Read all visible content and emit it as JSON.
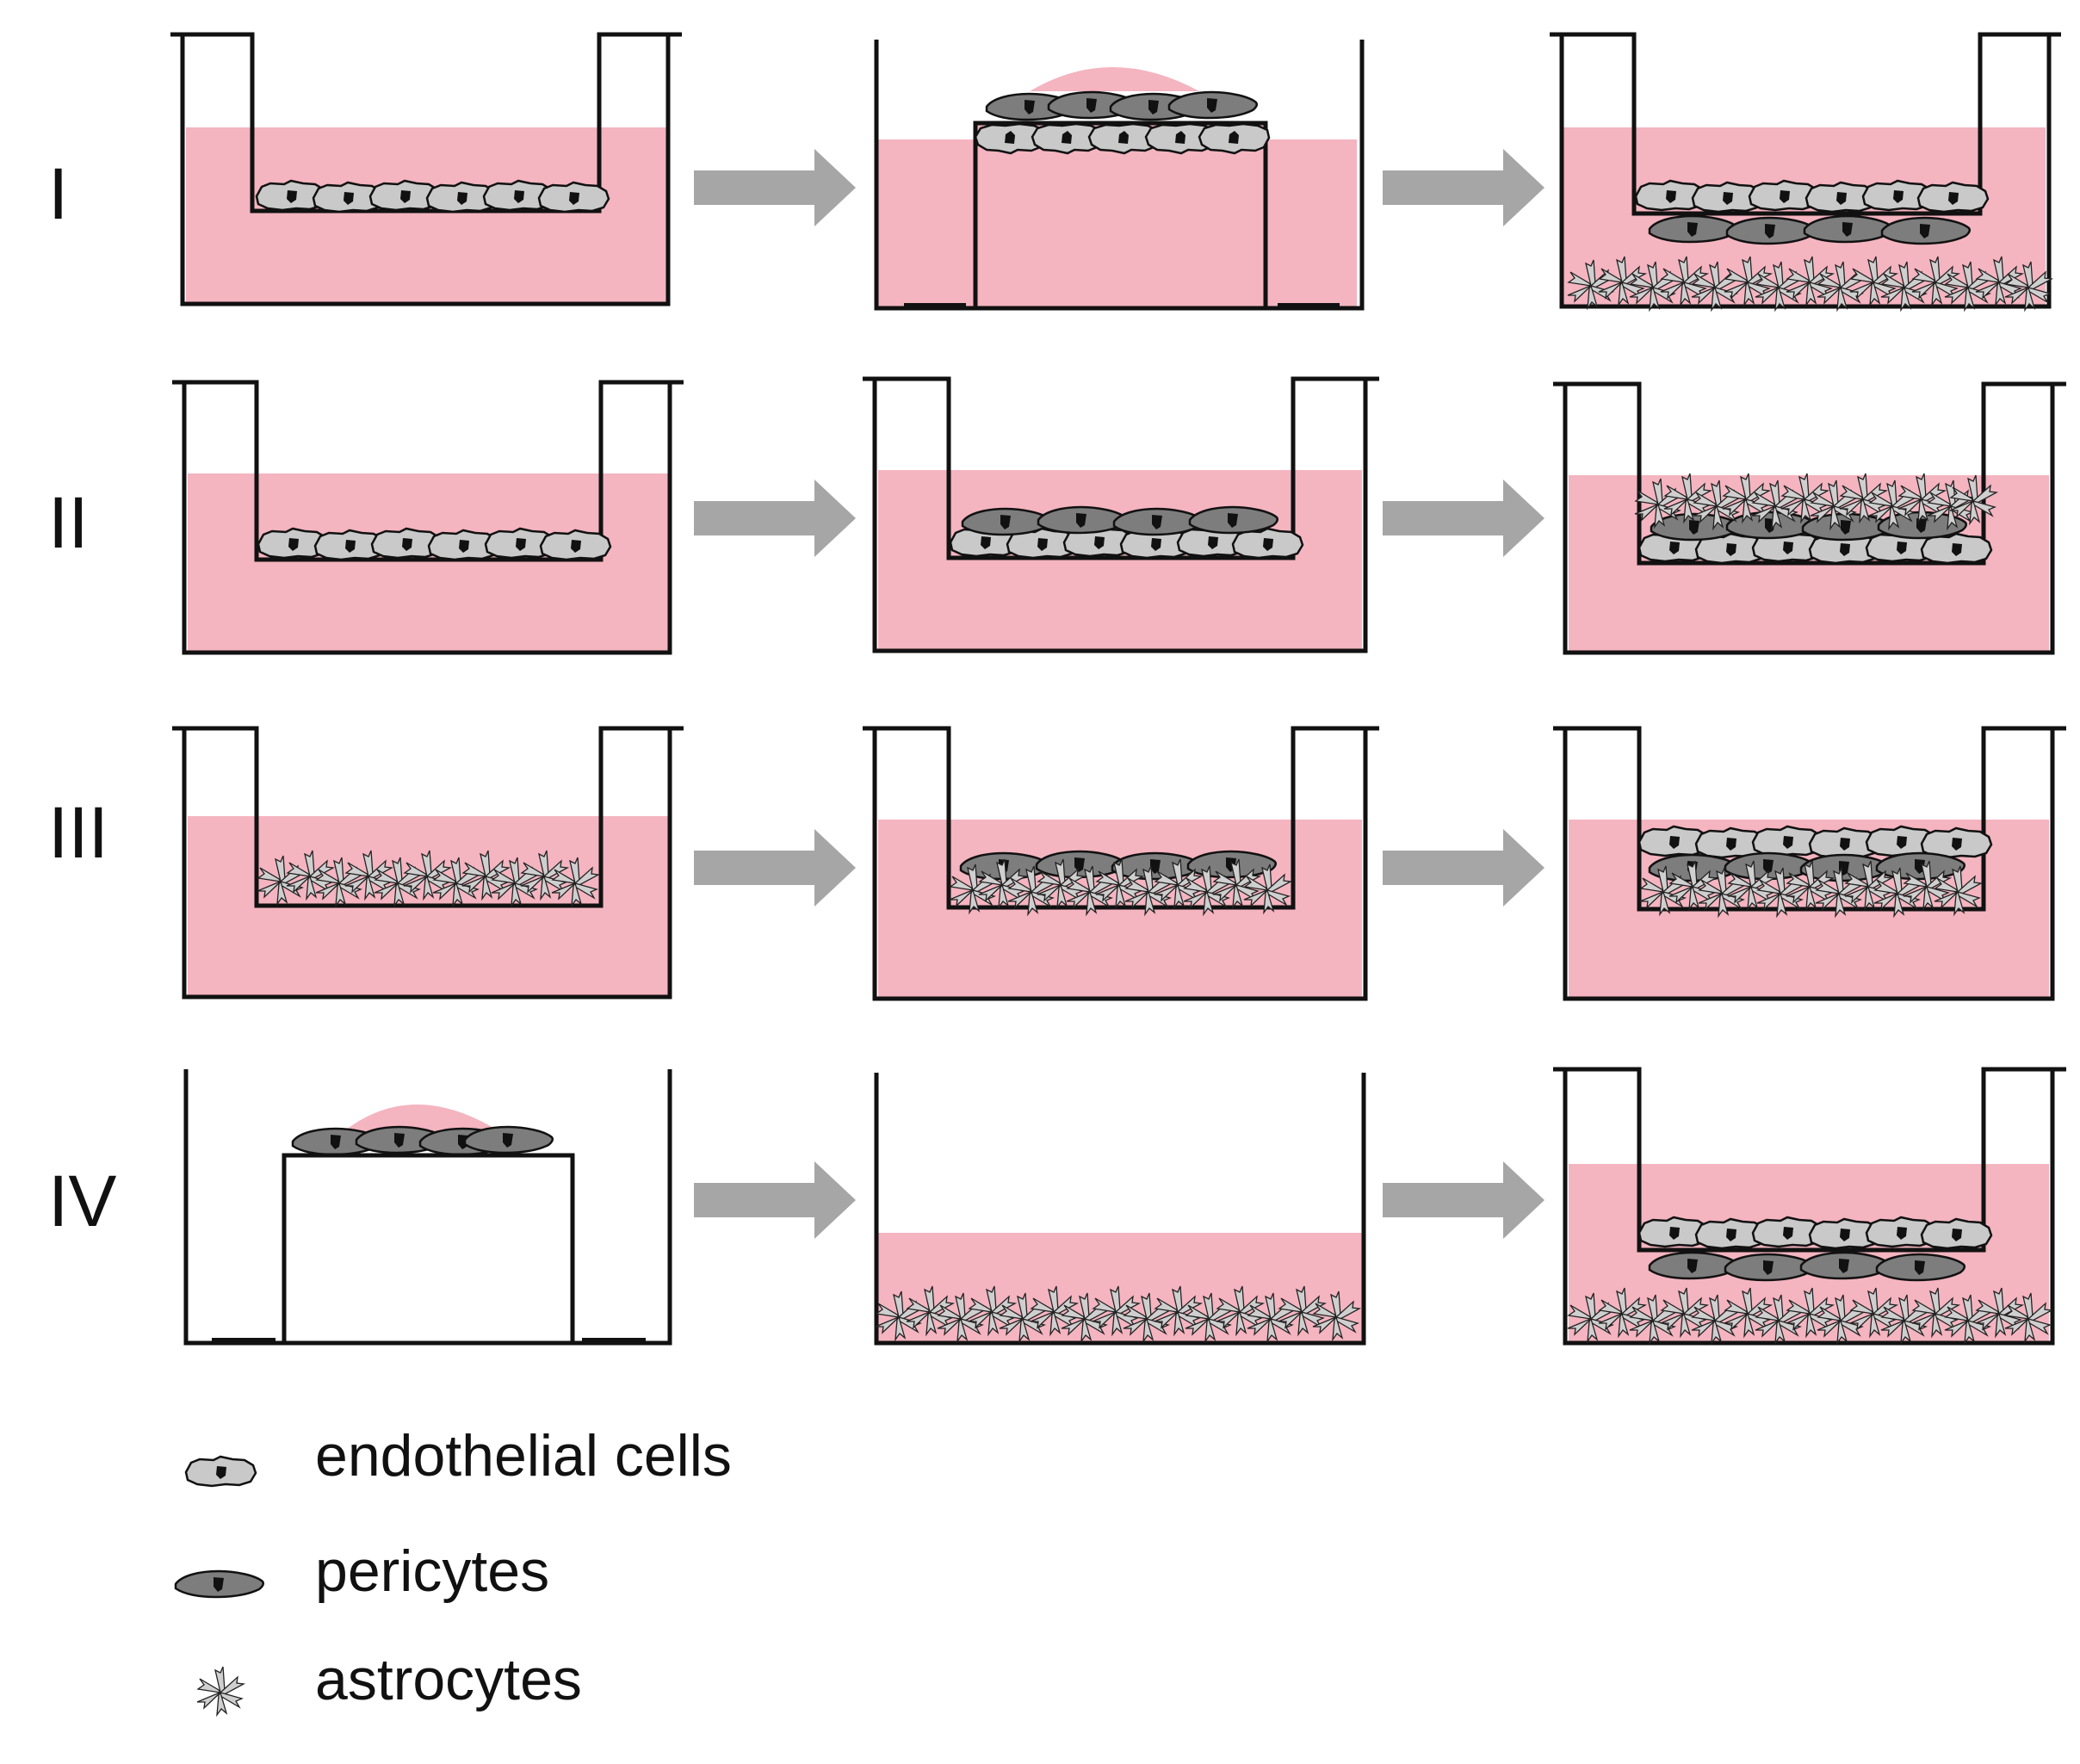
{
  "rows": [
    {
      "label": "I"
    },
    {
      "label": "II"
    },
    {
      "label": "III"
    },
    {
      "label": "IV"
    }
  ],
  "legend": [
    {
      "label": "endothelial cells",
      "icon": "endothelial-cell-icon"
    },
    {
      "label": "pericytes",
      "icon": "pericyte-icon"
    },
    {
      "label": "astrocytes",
      "icon": "astrocyte-icon"
    }
  ],
  "colors": {
    "medium": "#f4b4c0",
    "endothelial": "#c9c9c9",
    "pericyte": "#7d7d7d",
    "nucleus": "#111111",
    "arrow": "#a6a6a6",
    "outline": "#111111"
  }
}
